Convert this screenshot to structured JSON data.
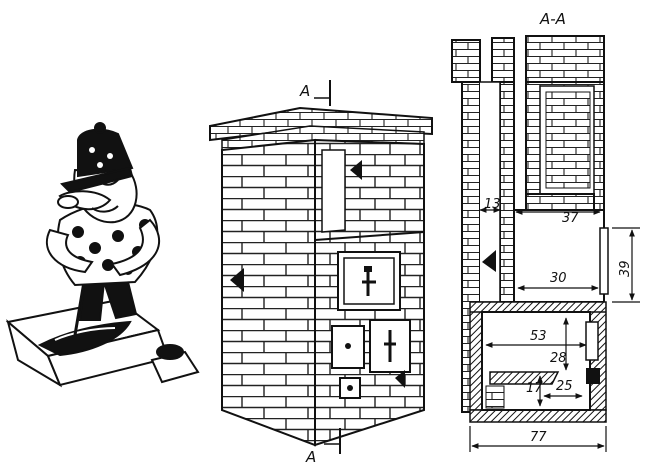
{
  "section_marks": {
    "top": "A",
    "bottom": "A",
    "section_title": "A-A"
  },
  "dimensions": {
    "wall_thickness": "13",
    "firebox_top_width": "37",
    "firebox_inner_width": "30",
    "firebox_height": "39",
    "ash_chamber_width": "53",
    "ash_chamber_height": "28",
    "ash_door_height": "17",
    "ash_door_width": "25",
    "total_width": "77"
  },
  "colors": {
    "ink": "#111111",
    "paper": "#ffffff"
  }
}
